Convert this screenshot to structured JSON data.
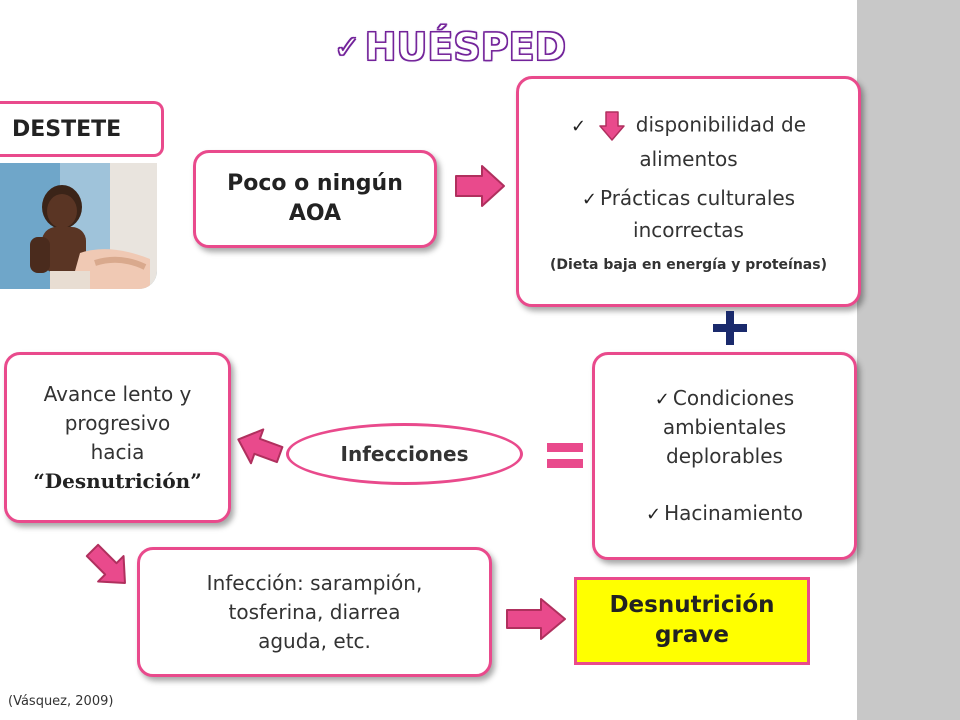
{
  "title": {
    "check": "✓",
    "text": "HUÉSPED"
  },
  "destete": {
    "label": "DESTETE"
  },
  "aoa_box": {
    "line1": "Poco o ningún",
    "line2": "AOA"
  },
  "top_right_box": {
    "item1_text": "disponibilidad de",
    "item1_cont": "alimentos",
    "item2_text": "Prácticas culturales",
    "item2_cont": "incorrectas",
    "note": "(Dieta baja en energía y proteínas)"
  },
  "conditions_box": {
    "item1_l1": "Condiciones",
    "item1_l2": "ambientales",
    "item1_l3": "deplorables",
    "item2": "Hacinamiento"
  },
  "progress_box": {
    "line1": "Avance lento y",
    "line2": "progresivo",
    "line3": "hacia",
    "line4": "“Desnutrición”"
  },
  "infections_oval": {
    "label": "Infecciones"
  },
  "infection_types_box": {
    "line1": "Infección: sarampión,",
    "line2": "tosferina, diarrea",
    "line3": "aguda, etc."
  },
  "result_box": {
    "line1": "Desnutrición",
    "line2": "grave"
  },
  "citation": "(Vásquez, 2009)",
  "icons": {
    "check": "✓",
    "down_arrow": "down-arrow-icon",
    "plus": "plus-icon",
    "equals": "equals-icon"
  },
  "colors": {
    "border_pink": "#e94a8c",
    "arrow_pink": "#e94a8c",
    "operator_navy": "#1a2a6c",
    "highlight_yellow": "#ffff00",
    "sidebar_gray": "#c8c8c8",
    "title_purple": "#6a1b9a"
  }
}
